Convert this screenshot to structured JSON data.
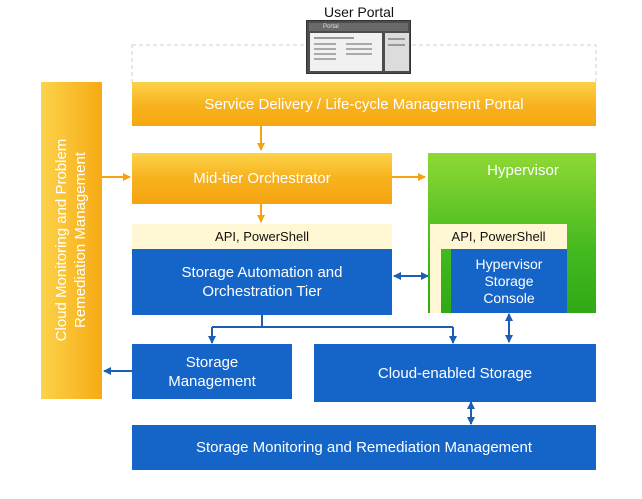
{
  "user_portal": {
    "title": "User Portal",
    "thumb_header": "Portal"
  },
  "service_delivery": "Service Delivery / Life-cycle Management Portal",
  "monitoring": {
    "line1": "Cloud Monitoring and Problem",
    "line2": "Remediation Management"
  },
  "mid_tier": "Mid-tier Orchestrator",
  "hypervisor": {
    "title": "Hypervisor",
    "api": "API, PowerShell",
    "console": {
      "line1": "Hypervisor",
      "line2": "Storage",
      "line3": "Console"
    }
  },
  "storage_tier": {
    "api": "API, PowerShell",
    "line1": "Storage Automation and",
    "line2": "Orchestration Tier"
  },
  "storage_mgmt": {
    "line1": "Storage",
    "line2": "Management"
  },
  "cloud_storage": "Cloud-enabled Storage",
  "storage_monitoring": "Storage Monitoring and Remediation Management",
  "colors": {
    "orange": "#f7b21d",
    "arrow_orange": "#f5a311",
    "blue": "#1565c8",
    "green": "#3db51b",
    "cream": "#fff6d3"
  }
}
